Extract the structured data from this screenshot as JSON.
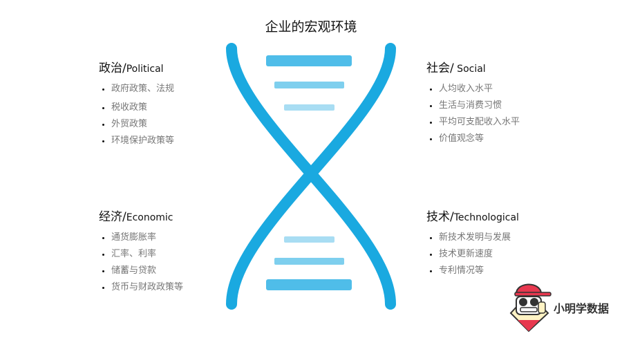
{
  "title": "企业的宏观环境",
  "colors": {
    "strand": "#1aa9e0",
    "bar_dark": "#4fbde9",
    "bar_mid": "#7ecfee",
    "bar_light": "#a8ddf3"
  },
  "quadrants": {
    "political": {
      "title_zh": "政治/",
      "title_en": "Political",
      "items": [
        "政府政策、法规",
        "税收政策",
        "外贸政策",
        "环境保护政策等"
      ]
    },
    "social": {
      "title_zh": "社会/",
      "title_en": " Social",
      "items": [
        "人均收入水平",
        "生活与消费习惯",
        "平均可支配收入水平",
        "价值观念等"
      ]
    },
    "economic": {
      "title_zh": "经济/",
      "title_en": "Economic",
      "items": [
        "通货膨胀率",
        "汇率、利率",
        "储蓄与贷款",
        "货币与财政政策等"
      ]
    },
    "technological": {
      "title_zh": "技术/",
      "title_en": "Technological",
      "items": [
        "新技术发明与发展",
        "技术更新速度",
        "专利情况等"
      ]
    }
  },
  "logo": {
    "text": "小明学数据",
    "icon": "cartoon-avatar-cap-sunglasses-icon"
  }
}
